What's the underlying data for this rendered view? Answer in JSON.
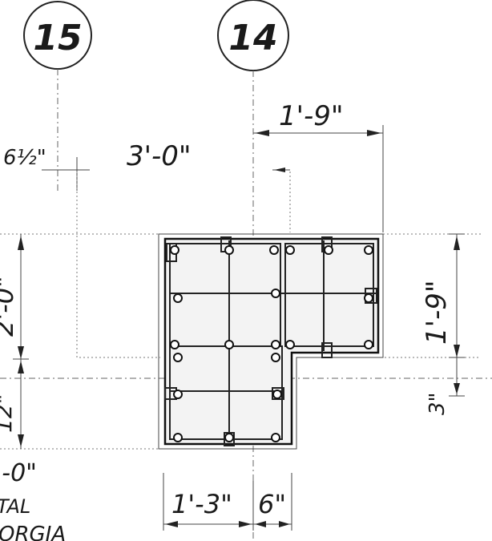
{
  "grid_lines": [
    {
      "label": "15"
    },
    {
      "label": "14"
    }
  ],
  "dimensions": {
    "offset_6_half": "6½\"",
    "span_3_0": "3'-0\"",
    "top_1_9": "1'-9\"",
    "right_1_9": "1'-9\"",
    "right_3": "3\"",
    "left_2_0": "2'-0\"",
    "left_12": "12\"",
    "bottom_1_3": "1'-3\"",
    "bottom_6": "6\""
  },
  "partial_text": {
    "line1": "'-0\"",
    "line2": "TAL",
    "line3": "ORGIA"
  }
}
